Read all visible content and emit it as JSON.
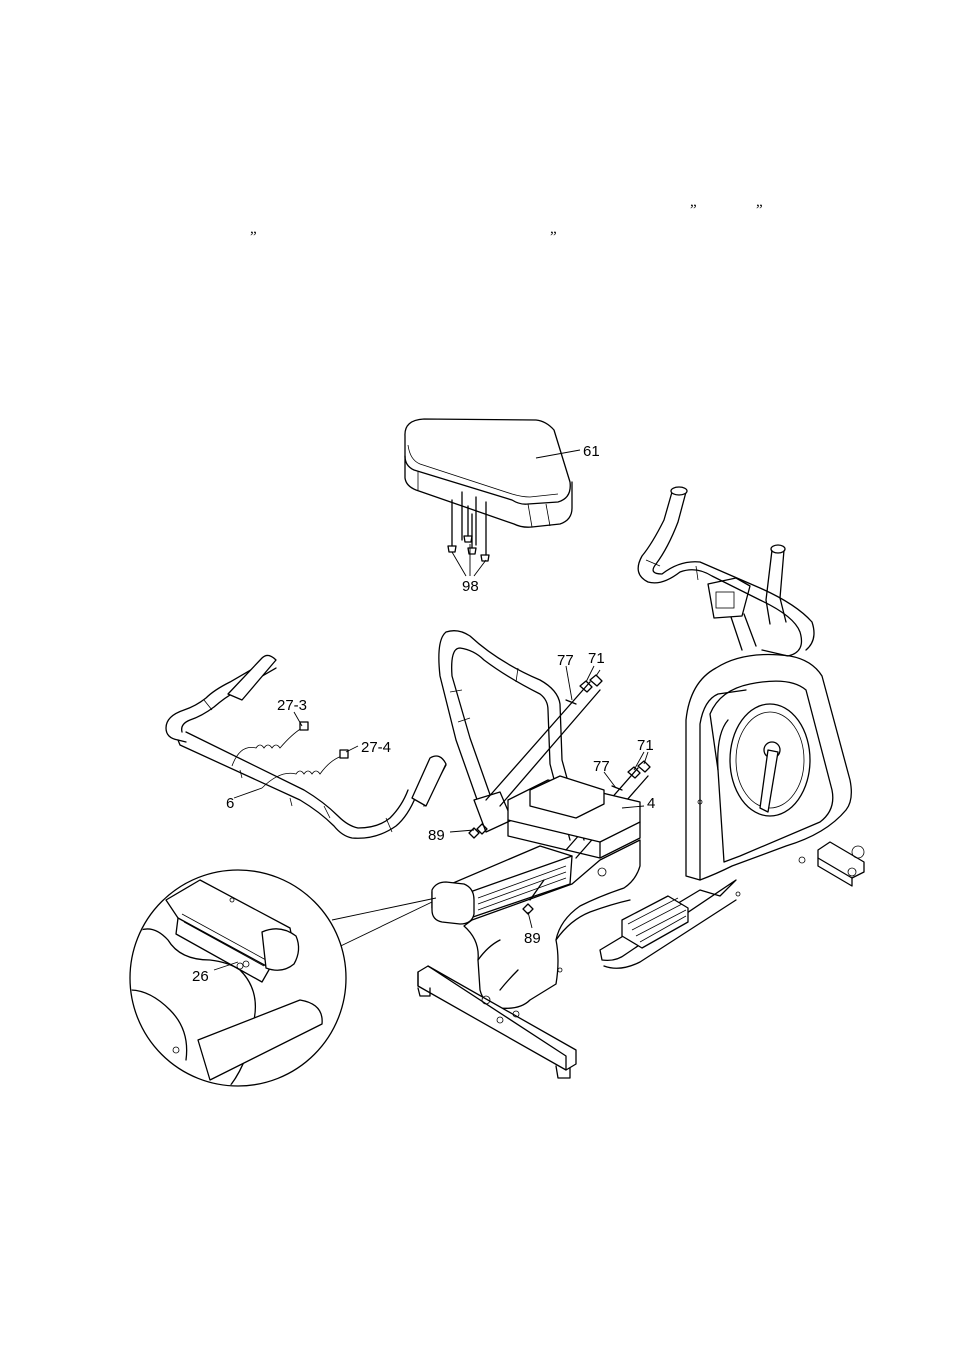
{
  "text_marks": [
    "”",
    "”",
    "”",
    "”"
  ],
  "callouts": {
    "seat": "61",
    "seat_screws": "98",
    "rear_handlebar": "6",
    "wire_a": "27-3",
    "wire_b": "27-4",
    "bolt_left": "89",
    "bolt_right": "89",
    "washer_left": "77",
    "washer_right": "77",
    "nut_left": "71",
    "nut_right": "71",
    "frame": "4",
    "detail_part": "26"
  }
}
